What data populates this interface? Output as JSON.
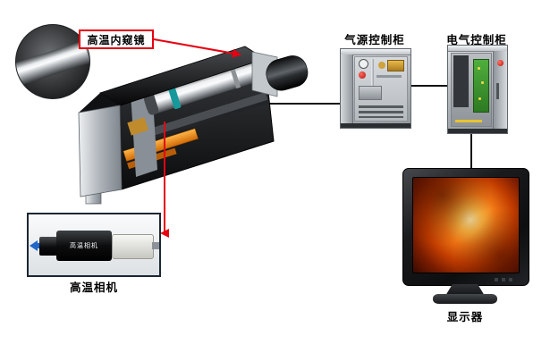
{
  "colors": {
    "accent_red": "#e60012",
    "connector_black": "#111111",
    "arrow_blue": "#2166c9"
  },
  "components": {
    "endoscope": {
      "label": "高温内窥镜"
    },
    "air_cabinet": {
      "label": "气源控制柜"
    },
    "electric_cabinet": {
      "label": "电气控制柜"
    },
    "camera": {
      "label": "高温相机",
      "body_text": "高温相机"
    },
    "monitor": {
      "label": "显示器"
    }
  }
}
